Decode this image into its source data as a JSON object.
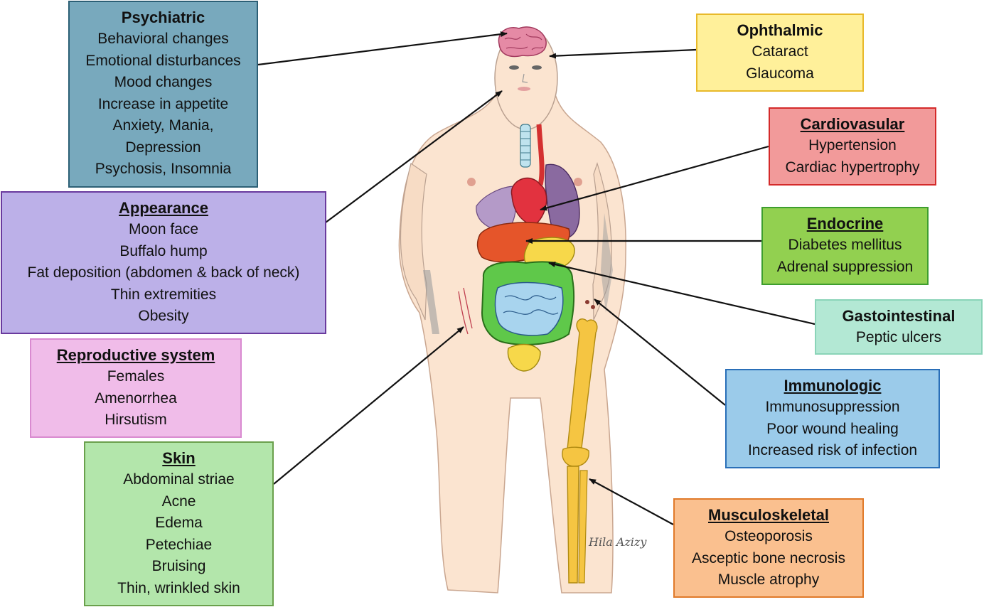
{
  "boxes": {
    "psychiatric": {
      "title": "Psychiatric",
      "items": [
        "Behavioral changes",
        "Emotional disturbances",
        "Mood changes",
        "Increase in appetite",
        "Anxiety, Mania,",
        "Depression",
        "Psychosis, Insomnia"
      ],
      "fill": "#78a9bd",
      "border": "#2c5f75"
    },
    "appearance": {
      "title": "Appearance",
      "items": [
        "Moon face",
        "Buffalo hump",
        "Fat deposition (abdomen & back of neck)",
        "Thin extremities",
        "Obesity"
      ],
      "fill": "#bcb0e8",
      "border": "#6a3a9e"
    },
    "reproductive": {
      "title": "Reproductive system",
      "items": [
        "Females",
        "Amenorrhea",
        "Hirsutism"
      ],
      "fill": "#f0bce9",
      "border": "#d98ad0"
    },
    "skin": {
      "title": "Skin",
      "items": [
        "Abdominal striae",
        "Acne",
        "Edema",
        "Petechiae",
        "Bruising",
        "Thin, wrinkled skin"
      ],
      "fill": "#b3e6ab",
      "border": "#6aa04c"
    },
    "ophthalmic": {
      "title": "Ophthalmic",
      "items": [
        "Cataract",
        "Glaucoma"
      ],
      "fill": "#fff09a",
      "border": "#e8b92a"
    },
    "cardiovascular": {
      "title": "Cardiovasular",
      "items": [
        "Hypertension",
        "Cardiac hypertrophy"
      ],
      "fill": "#f29a9a",
      "border": "#d42a2a"
    },
    "endocrine": {
      "title": "Endocrine",
      "items": [
        "Diabetes mellitus",
        "Adrenal suppression"
      ],
      "fill": "#92d050",
      "border": "#3e9e2e"
    },
    "gastrointestinal": {
      "title": "Gastointestinal",
      "items": [
        "Peptic ulcers"
      ],
      "fill": "#b3e8d4",
      "border": "#8ad4b8"
    },
    "immunologic": {
      "title": "Immunologic",
      "items": [
        "Immunosuppression",
        "Poor wound healing",
        "Increased risk of infection"
      ],
      "fill": "#9bcbea",
      "border": "#2a6fb8"
    },
    "musculoskeletal": {
      "title": "Musculoskeletal",
      "items": [
        "Osteoporosis",
        "Asceptic bone necrosis",
        "Muscle atrophy"
      ],
      "fill": "#fac08f",
      "border": "#e07a2a"
    }
  },
  "signature": "Hila Azizy"
}
